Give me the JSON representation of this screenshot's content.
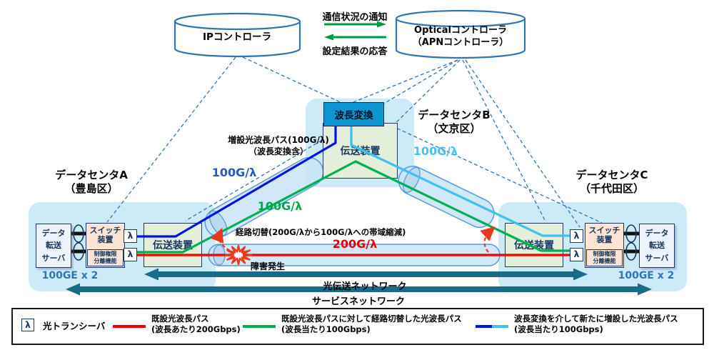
{
  "controllers": {
    "ip_label": "IPコントローラ",
    "optical_label1": "Opticalコントローラ",
    "optical_label2": "（APNコントローラ）",
    "notify": "通信状況の通知",
    "reply": "設定結果の応答"
  },
  "datacenters": {
    "a": {
      "name": "データセンタA",
      "ward": "（豊島区）"
    },
    "b": {
      "name": "データセンタB",
      "ward": "（文京区）"
    },
    "c": {
      "name": "データセンタC",
      "ward": "（千代田区）"
    }
  },
  "boxes": {
    "transport": "伝送装置",
    "wavelength_conversion": "波長変換",
    "switch_line1": "スイッチ",
    "switch_line2": "装置",
    "control_line1": "制御権限",
    "control_line2": "分離機能",
    "server_line1": "データ",
    "server_line2": "転送",
    "server_line3": "サーバ",
    "lambda": "λ"
  },
  "path_labels": {
    "added_line1": "増設光波長パス(100G/λ)",
    "added_line2": "（波長変換含）",
    "rate_blue": "100G/λ",
    "rate_green": "100G/λ",
    "rate_lightblue": "100G/λ",
    "rate_red": "200G/λ",
    "reroute": "経路切替(200G/λから100G/λへの帯域縮減)",
    "failure": "障害発生"
  },
  "networks": {
    "optical": "光伝送ネットワーク",
    "service": "サービスネットワーク",
    "ge_left": "100GE x 2",
    "ge_right": "100GE x 2"
  },
  "legend": {
    "transceiver": "光トランシーバ",
    "existing_line1": "既設光波長パス",
    "existing_line2": "(波長あたり200Gbps)",
    "rerouted_line1": "既設光波長パスに対して経路切替した光波長パス",
    "rerouted_line2": "(波長当たり100Gbps)",
    "added_line1": "波長変換を介して新たに増設した光波長パス",
    "added_line2": "(波長当たり100Gbps)"
  },
  "colors": {
    "existing_path_red": "#f50000",
    "rerouted_path_green": "#00b050",
    "added_path_blue": "#0013e6",
    "added_path_lightblue": "#3fc0f0",
    "controller_border": "#2e75b6",
    "network_arrow": "#1b6a88",
    "datacenter_blob": "#cdeaf7",
    "notify_arrow_green": "#009944",
    "failure_red": "#e8391d"
  }
}
